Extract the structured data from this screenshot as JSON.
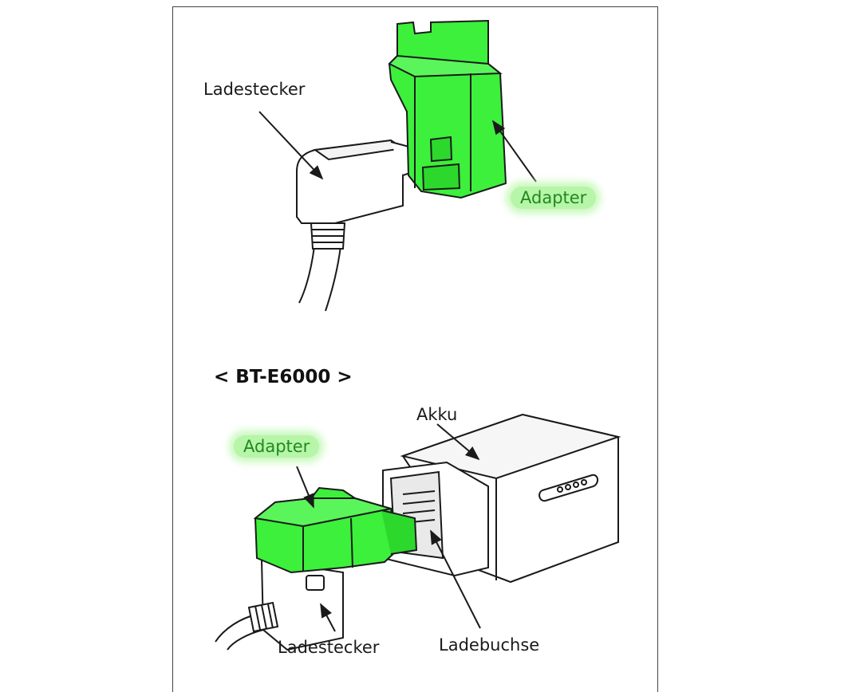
{
  "labels": {
    "top_ladestecker": "Ladestecker",
    "top_adapter": "Adapter",
    "model_heading": "< BT-E6000 >",
    "bottom_akku": "Akku",
    "bottom_adapter": "Adapter",
    "bottom_ladestecker": "Ladestecker",
    "bottom_ladebuchse": "Ladebuchse"
  },
  "colors": {
    "adapter_fill": "#3cf03c",
    "label_highlight": "#b7f5a8",
    "line": "#1a1a1a"
  }
}
